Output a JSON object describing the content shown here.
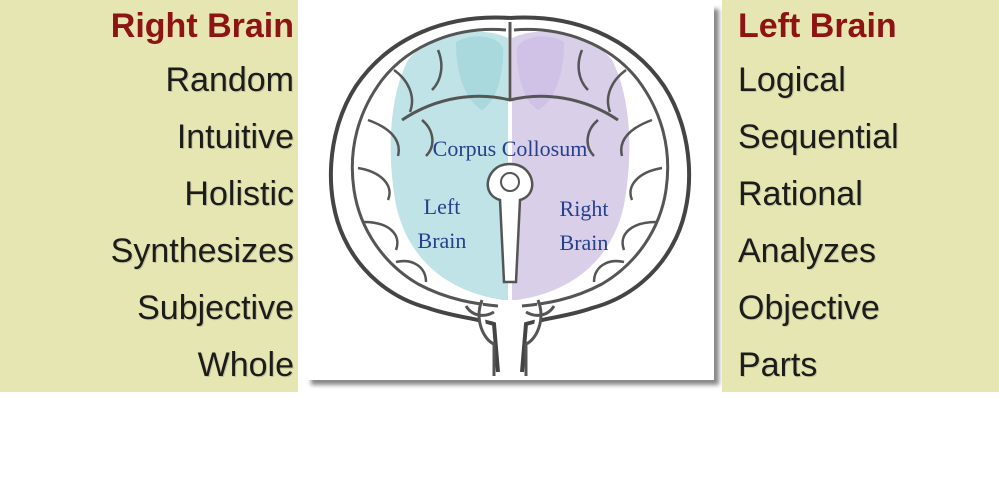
{
  "right_brain": {
    "heading": "Right Brain",
    "traits": [
      "Random",
      "Intuitive",
      "Holistic",
      "Synthesizes",
      "Subjective",
      "Whole"
    ]
  },
  "left_brain": {
    "heading": "Left Brain",
    "traits": [
      "Logical",
      "Sequential",
      "Rational",
      "Analyzes",
      "Objective",
      "Parts"
    ]
  },
  "diagram": {
    "corpus_label": "Corpus Collosum",
    "left_hemisphere_label": [
      "Left",
      "Brain"
    ],
    "right_hemisphere_label": [
      "Right",
      "Brain"
    ],
    "colors": {
      "panel_background": "#e6e6b2",
      "heading": "#8e1414",
      "left_lobe_fill": "#bfe3e6",
      "right_lobe_fill": "#d9cfe9",
      "diagram_label": "#27408b"
    }
  }
}
